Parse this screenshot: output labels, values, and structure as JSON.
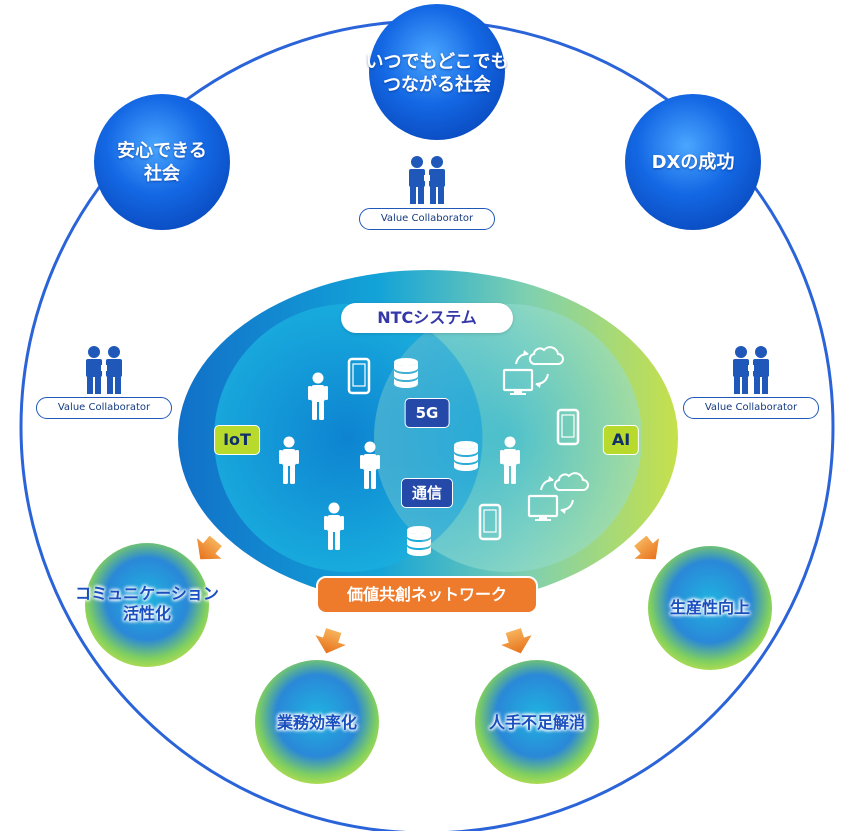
{
  "outer_circles": [
    {
      "id": "anywhere",
      "lines": [
        "いつでもどこでも",
        "つながる社会"
      ]
    },
    {
      "id": "secure",
      "lines": [
        "安心できる",
        "社会"
      ]
    },
    {
      "id": "dx",
      "lines": [
        "DXの成功"
      ]
    }
  ],
  "collaborators": {
    "top": "Value Collaborator",
    "left": "Value Collaborator",
    "right": "Value Collaborator"
  },
  "center": {
    "title": "NTCシステム",
    "left_tag": "IoT",
    "right_tag": "AI",
    "tag_5g": "5G",
    "tag_comm": "通信",
    "network": "価値共創ネットワーク"
  },
  "outcomes": [
    {
      "id": "communication",
      "lines": [
        "コミュニケーション",
        "活性化"
      ]
    },
    {
      "id": "productivity",
      "lines": [
        "生産性向上"
      ]
    },
    {
      "id": "efficiency",
      "lines": [
        "業務効率化"
      ]
    },
    {
      "id": "labor",
      "lines": [
        "人手不足解消"
      ]
    }
  ],
  "icons": {
    "people": "person-icon",
    "collaborator": "handshake-people-icon",
    "database": "database-icon",
    "smartphone": "smartphone-icon",
    "cloud": "cloud-sync-icon",
    "arrow": "orange-arrow-icon"
  },
  "colors": {
    "ring": "#2a64d8",
    "blue_ball": "#1265e0",
    "teal": "#15a8d8",
    "lime": "#b8da2c",
    "orange": "#ee7a2c",
    "label_blue": "#1a4fbf"
  }
}
